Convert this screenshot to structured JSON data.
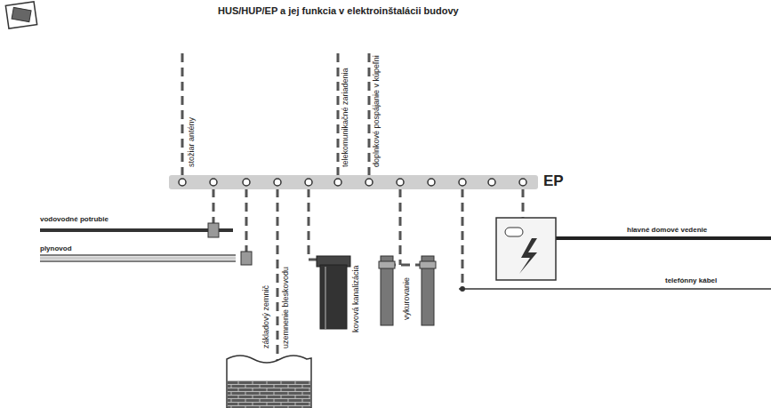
{
  "diagram": {
    "title": "HUS/HUP/EP a jej funkcia v elektroinštalácii budovy",
    "nodes": [
      {
        "text": [
          "EP"
        ]
      }
    ],
    "labels": [
      "stožiar antény",
      "telekomunikačné zariadenia",
      "doplnkové pospájanie v kúpeľni",
      "vodovodné potrubie",
      "plynovod",
      "základový zemnič",
      "uzemnenie bleskovodu",
      "kovová kanalizácia",
      "vykurovanie",
      "hlavné domové vedenie",
      "telefónny kábel"
    ]
  }
}
